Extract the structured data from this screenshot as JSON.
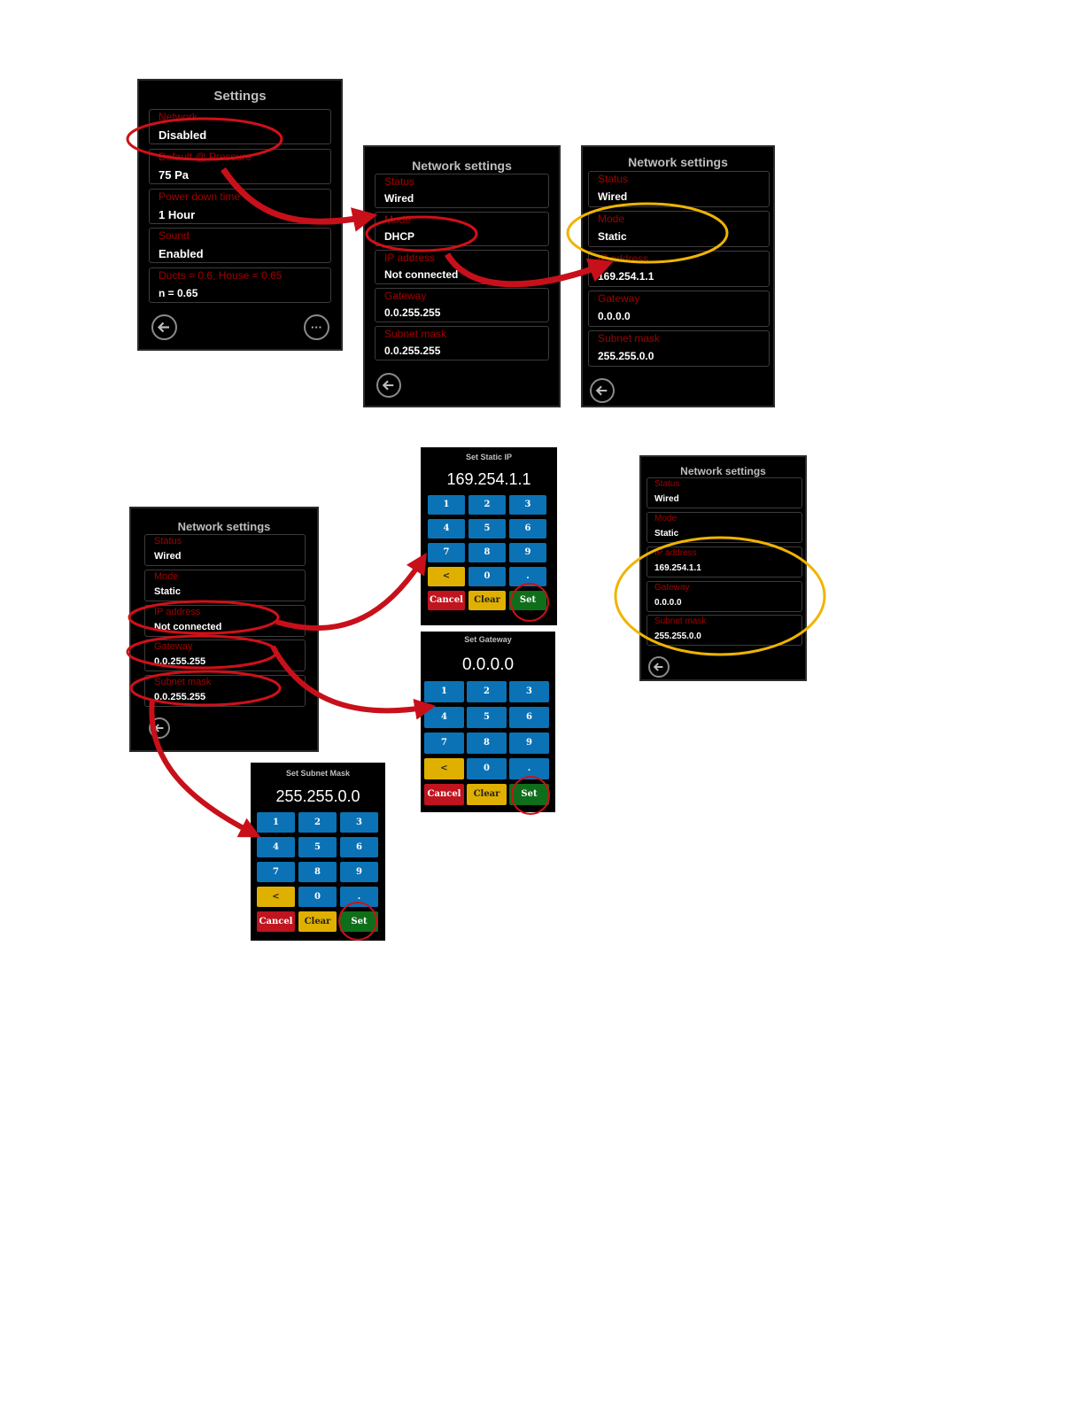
{
  "settings": {
    "title": "Settings",
    "fields": [
      {
        "label": "Network",
        "value": "Disabled"
      },
      {
        "label": "Default @ Pressure",
        "value": "75 Pa"
      },
      {
        "label": "Power down time",
        "value": "1 Hour"
      },
      {
        "label": "Sound",
        "value": "Enabled"
      },
      {
        "label": "Ducts = 0.6, House = 0.65",
        "value": "n = 0.65"
      }
    ],
    "back_icon": "arrow-left-icon",
    "more_icon": "ellipsis-icon",
    "more_glyph": "···"
  },
  "net_dhcp": {
    "title": "Network settings",
    "fields": [
      {
        "label": "Status",
        "value": "Wired"
      },
      {
        "label": "Mode",
        "value": "DHCP"
      },
      {
        "label": "IP address",
        "value": "Not connected"
      },
      {
        "label": "Gateway",
        "value": "0.0.255.255"
      },
      {
        "label": "Subnet mask",
        "value": "0.0.255.255"
      }
    ]
  },
  "net_static_1": {
    "title": "Network settings",
    "fields": [
      {
        "label": "Status",
        "value": "Wired"
      },
      {
        "label": "Mode",
        "value": "Static"
      },
      {
        "label": "IP address",
        "value": "169.254.1.1"
      },
      {
        "label": "Gateway",
        "value": "0.0.0.0"
      },
      {
        "label": "Subnet mask",
        "value": "255.255.0.0"
      }
    ]
  },
  "net_static_2": {
    "title": "Network settings",
    "fields": [
      {
        "label": "Status",
        "value": "Wired"
      },
      {
        "label": "Mode",
        "value": "Static"
      },
      {
        "label": "IP address",
        "value": "Not connected"
      },
      {
        "label": "Gateway",
        "value": "0.0.255.255"
      },
      {
        "label": "Subnet mask",
        "value": "0.0.255.255"
      }
    ]
  },
  "net_final": {
    "title": "Network settings",
    "fields": [
      {
        "label": "Status",
        "value": "Wired"
      },
      {
        "label": "Mode",
        "value": "Static"
      },
      {
        "label": "IP address",
        "value": "169.254.1.1"
      },
      {
        "label": "Gateway",
        "value": "0.0.0.0"
      },
      {
        "label": "Subnet mask",
        "value": "255.255.0.0"
      }
    ]
  },
  "keypad_keys": [
    "1",
    "2",
    "3",
    "4",
    "5",
    "6",
    "7",
    "8",
    "9",
    "<",
    "0",
    "."
  ],
  "keypad_actions": {
    "cancel": "Cancel",
    "clear": "Clear",
    "set": "Set"
  },
  "keypad_ip": {
    "title": "Set Static IP",
    "display": "169.254.1.1"
  },
  "keypad_gateway": {
    "title": "Set Gateway",
    "display": "0.0.0.0"
  },
  "keypad_subnet": {
    "title": "Set Subnet Mask",
    "display": "255.255.0.0"
  },
  "colors": {
    "highlight_red": "#d01018",
    "highlight_yellow": "#f0b400",
    "label_red": "#a00000"
  }
}
